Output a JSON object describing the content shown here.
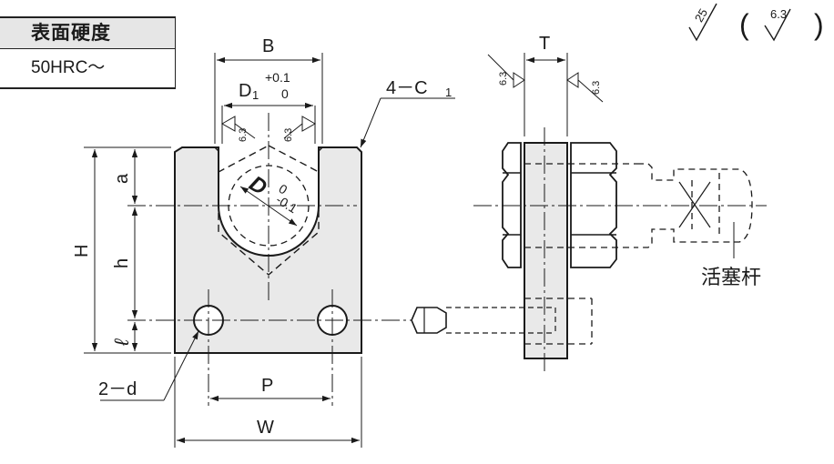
{
  "spec_table": {
    "header": "表面硬度",
    "value": "50HRC～"
  },
  "roughness": {
    "main": "25",
    "bracket_value": "6.3"
  },
  "dimensions": {
    "B": "B",
    "T": "T",
    "D1": "D",
    "D1_sub": "1",
    "D1_tol_upper": "+0.1",
    "D1_tol_lower": "0",
    "D": "D",
    "D_tol_upper": "0",
    "D_tol_lower": "-0.1",
    "chamfer": "4－C",
    "chamfer_sub": "1",
    "H": "H",
    "a": "a",
    "h": "h",
    "l": "ℓ",
    "hole": "2－d",
    "P": "P",
    "W": "W"
  },
  "surface_marks": {
    "slot_left": "6.3",
    "slot_right": "6.3",
    "face_left": "6.3",
    "face_right": "6.3"
  },
  "callouts": {
    "piston_rod": "活塞杆"
  }
}
